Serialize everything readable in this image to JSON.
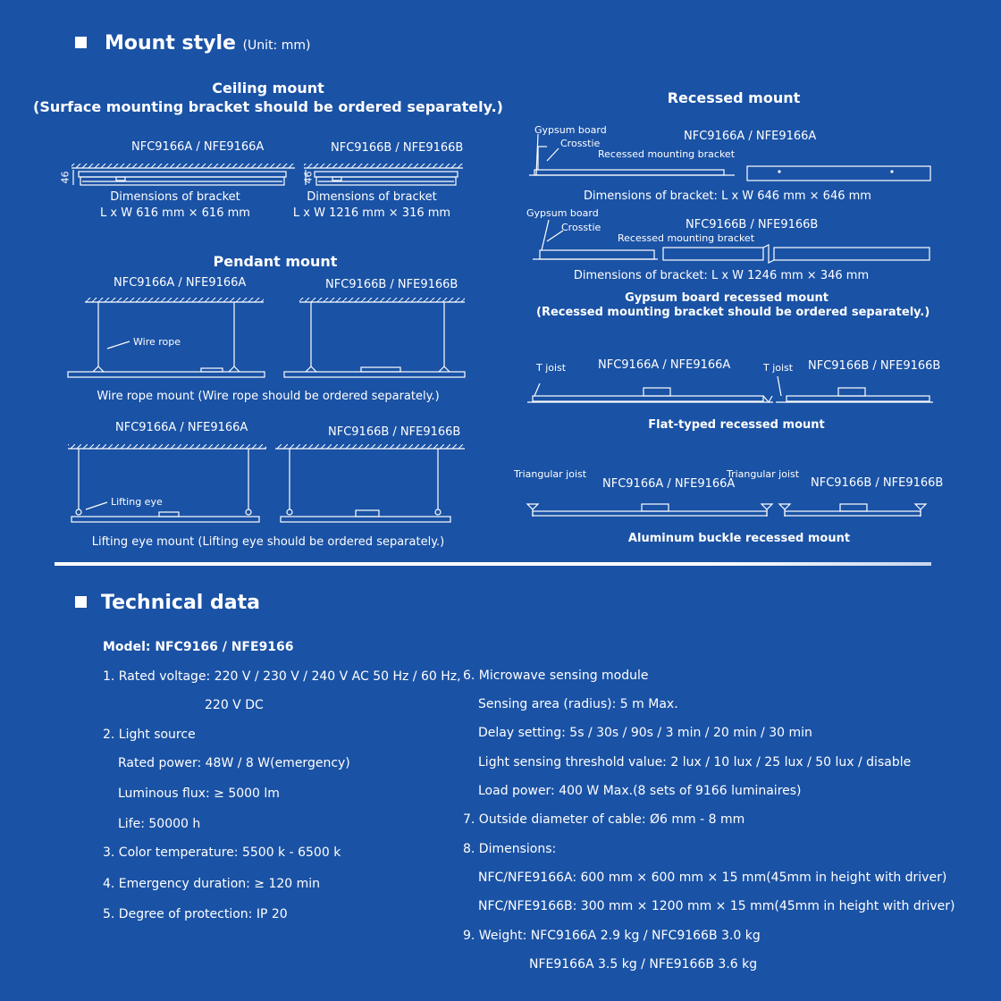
{
  "mount": {
    "title": "Mount style",
    "unit": "(Unit: mm)",
    "ceiling": {
      "title_line1": "Ceiling mount",
      "title_line2": "(Surface mounting bracket should be ordered separately.)",
      "model_a": "NFC9166A / NFE9166A",
      "model_b": "NFC9166B / NFE9166B",
      "dim_label": "46",
      "bracket_a_line1": "Dimensions of bracket",
      "bracket_a_line2": "L x W 616 mm × 616 mm",
      "bracket_b_line1": "Dimensions of bracket",
      "bracket_b_line2": "L x W 1216 mm × 316 mm"
    },
    "pendant": {
      "title": "Pendant mount",
      "wire_model_a": "NFC9166A / NFE9166A",
      "wire_model_b": "NFC9166B / NFE9166B",
      "wire_rope_label": "Wire rope",
      "wire_caption": "Wire rope mount (Wire rope should be ordered separately.)",
      "eye_model_a": "NFC9166A / NFE9166A",
      "eye_model_b": "NFC9166B / NFE9166B",
      "lifting_eye_label": "Lifting eye",
      "eye_caption": "Lifting eye mount (Lifting eye should be ordered separately.)"
    },
    "recessed": {
      "title": "Recessed mount",
      "gypsum_label_a": "Gypsum board",
      "crosstie_label_a": "Crosstie",
      "bracket_label_a": "Recessed mounting bracket",
      "model_a": "NFC9166A / NFE9166A",
      "dim_a": "Dimensions of bracket: L x W 646 mm × 646 mm",
      "gypsum_label_b": "Gypsum board",
      "crosstie_label_b": "Crosstie",
      "bracket_label_b": "Recessed mounting bracket",
      "model_b": "NFC9166B / NFE9166B",
      "dim_b": "Dimensions of bracket: L x W 1246 mm × 346 mm",
      "gypsum_caption_line1": "Gypsum board recessed mount",
      "gypsum_caption_line2": "(Recessed mounting bracket should be ordered separately.)",
      "tjoist_label_a": "T joist",
      "flat_model_a": "NFC9166A / NFE9166A",
      "tjoist_label_b": "T joist",
      "flat_model_b": "NFC9166B / NFE9166B",
      "flat_caption": "Flat-typed recessed mount",
      "tri_label_a": "Triangular joist",
      "alu_model_a": "NFC9166A / NFE9166A",
      "tri_label_b": "Triangular joist",
      "alu_model_b": "NFC9166B / NFE9166B",
      "alu_caption": "Aluminum buckle recessed mount"
    }
  },
  "technical": {
    "title": "Technical data",
    "model": "Model: NFC9166 / NFE9166",
    "left": [
      "1. Rated voltage: 220 V / 230 V / 240 V AC 50 Hz / 60 Hz,",
      "220 V DC",
      "2. Light source",
      "Rated power: 48W / 8 W(emergency)",
      "Luminous flux: ≥ 5000 lm",
      "Life: 50000 h",
      "3. Color temperature: 5500 k - 6500 k",
      "4. Emergency duration: ≥ 120 min",
      "5. Degree of protection: IP 20"
    ],
    "right": [
      "6. Microwave sensing module",
      "Sensing area (radius): 5 m Max.",
      "Delay setting: 5s / 30s / 90s / 3 min / 20 min / 30 min",
      "Light sensing threshold value: 2 lux / 10 lux / 25 lux / 50 lux / disable",
      "Load power: 400 W Max.(8 sets of 9166 luminaires)",
      "7. Outside diameter of cable: Ø6 mm - 8 mm",
      "8. Dimensions:",
      "NFC/NFE9166A: 600 mm × 600 mm × 15 mm(45mm in height with driver)",
      "NFC/NFE9166B: 300 mm × 1200 mm × 15 mm(45mm in height with driver)",
      "9. Weight: NFC9166A 2.9 kg / NFC9166B 3.0 kg",
      "NFE9166A 3.5 kg / NFE9166B 3.6 kg"
    ]
  },
  "colors": {
    "background": "#1a52a5",
    "foreground": "#ffffff"
  }
}
